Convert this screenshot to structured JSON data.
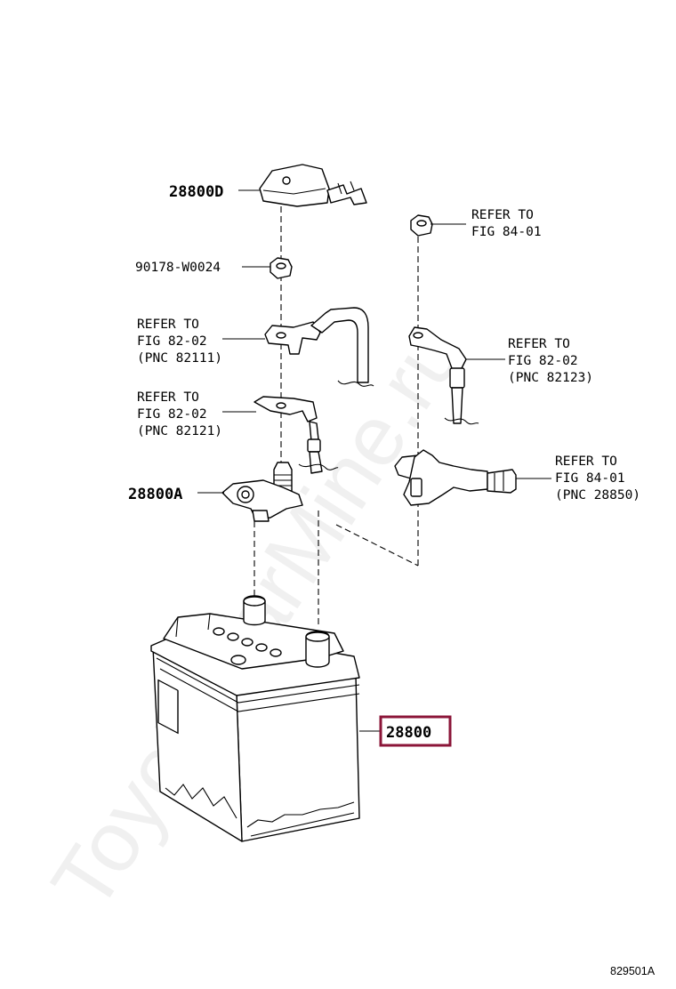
{
  "watermark": "ToyotaCarMine.ru",
  "labels": {
    "p28800D": "28800D",
    "p90178": "90178-W0024",
    "p28800A": "28800A",
    "p28800": "28800",
    "ref_fig84_top": [
      "REFER TO",
      "FIG 84-01"
    ],
    "ref_82111": [
      "REFER TO",
      "FIG 82-02",
      "(PNC 82111)"
    ],
    "ref_82121": [
      "REFER TO",
      "FIG 82-02",
      "(PNC 82121)"
    ],
    "ref_82123": [
      "REFER TO",
      "FIG 82-02",
      "(PNC 82123)"
    ],
    "ref_28850": [
      "REFER TO",
      "FIG 84-01",
      "(PNC 28850)"
    ]
  },
  "diagram_code": "829501A",
  "colors": {
    "highlight": "#8b1538",
    "line": "#000000"
  }
}
